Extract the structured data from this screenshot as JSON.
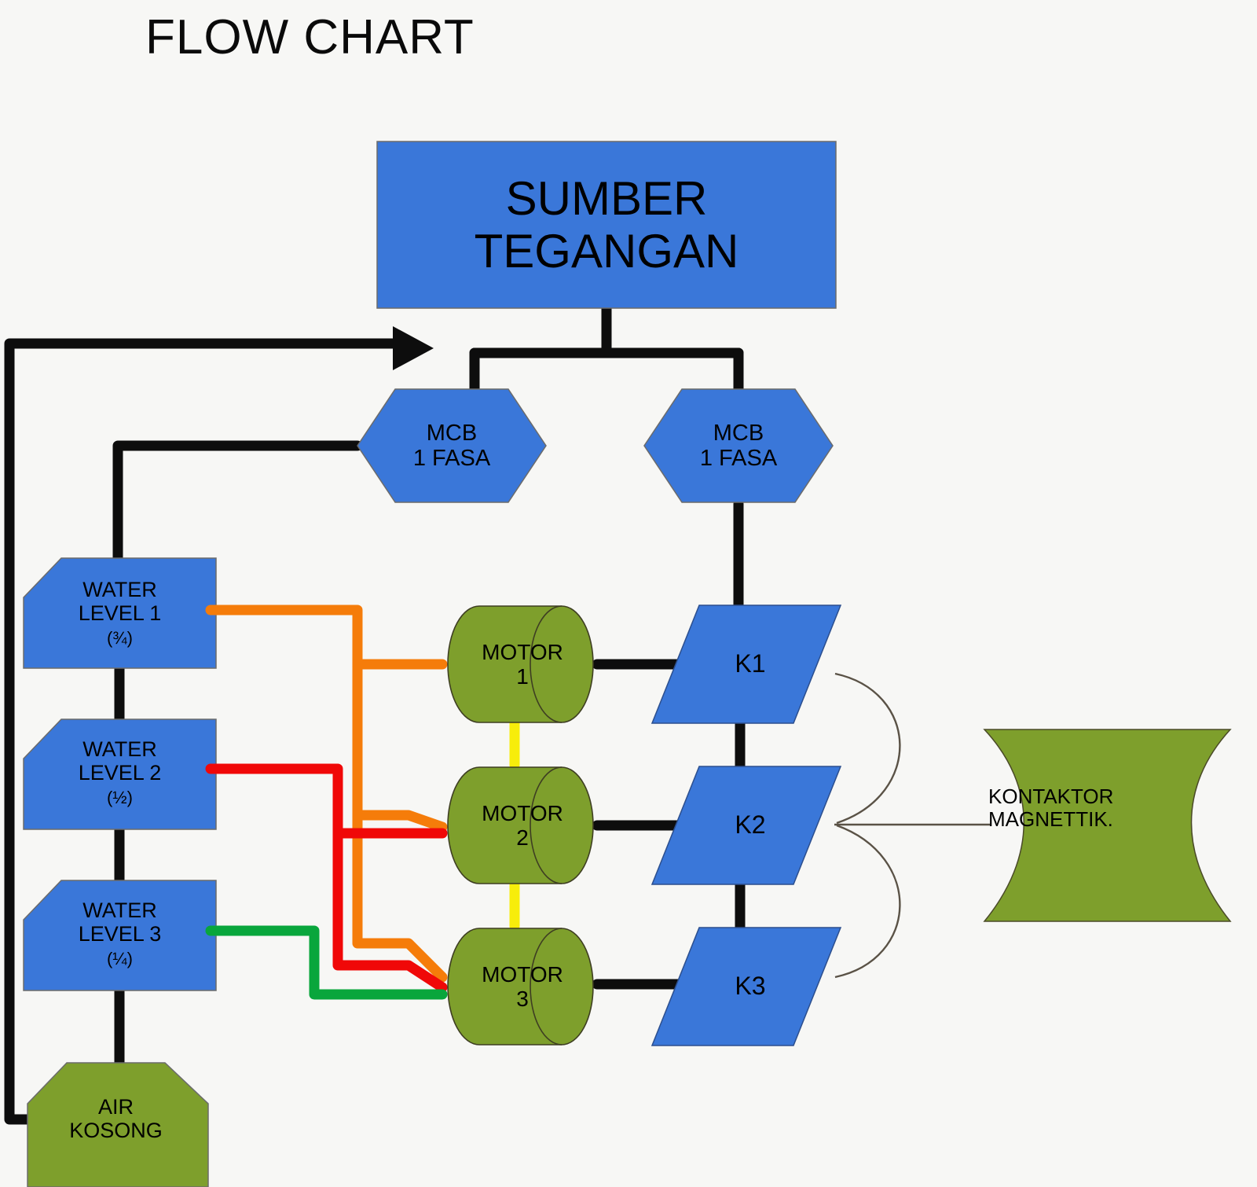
{
  "page": {
    "title": "FLOW CHART",
    "background": "#f7f7f5"
  },
  "palette": {
    "blue": "#3a77d9",
    "olive": "#7e9f2c",
    "black": "#0d0d0d",
    "orange": "#f57c0a",
    "red": "#f00808",
    "green": "#09a63c",
    "yellow": "#f7ed0b",
    "thin_line": "#5a5246"
  },
  "nodes": {
    "source": {
      "name": "sumber-tegangan",
      "shape": "rectangle",
      "color": "#3a77d9",
      "line1": "SUMBER",
      "line2": "TEGANGAN"
    },
    "mcb_left": {
      "name": "mcb-1-fasa-left",
      "shape": "hexagon",
      "color": "#3a77d9",
      "line1": "MCB",
      "line2": "1 FASA"
    },
    "mcb_right": {
      "name": "mcb-1-fasa-right",
      "shape": "hexagon",
      "color": "#3a77d9",
      "line1": "MCB",
      "line2": "1 FASA"
    },
    "water_levels": [
      {
        "name": "water-level-1",
        "shape": "cut-corner",
        "color": "#3a77d9",
        "line1": "WATER",
        "line2": "LEVEL 1",
        "fraction": "(¾)",
        "wire_color": "#f57c0a"
      },
      {
        "name": "water-level-2",
        "shape": "cut-corner",
        "color": "#3a77d9",
        "line1": "WATER",
        "line2": "LEVEL 2",
        "fraction": "(½)",
        "wire_color": "#f00808"
      },
      {
        "name": "water-level-3",
        "shape": "cut-corner",
        "color": "#3a77d9",
        "line1": "WATER",
        "line2": "LEVEL 3",
        "fraction": "(¼)",
        "wire_color": "#09a63c"
      }
    ],
    "motors": [
      {
        "name": "motor-1",
        "shape": "cylinder",
        "color": "#7e9f2c",
        "line1": "MOTOR",
        "line2": "1"
      },
      {
        "name": "motor-2",
        "shape": "cylinder",
        "color": "#7e9f2c",
        "line1": "MOTOR",
        "line2": "2"
      },
      {
        "name": "motor-3",
        "shape": "cylinder",
        "color": "#7e9f2c",
        "line1": "MOTOR",
        "line2": "3"
      }
    ],
    "contactors": [
      {
        "name": "k1",
        "shape": "parallelogram",
        "color": "#3a77d9",
        "label": "K1"
      },
      {
        "name": "k2",
        "shape": "parallelogram",
        "color": "#3a77d9",
        "label": "K2"
      },
      {
        "name": "k3",
        "shape": "parallelogram",
        "color": "#3a77d9",
        "label": "K3"
      }
    ],
    "empty_water": {
      "name": "air-kosong",
      "shape": "cut-corner-top",
      "color": "#7e9f2c",
      "line1": "AIR",
      "line2": "KOSONG"
    },
    "kontaktor": {
      "name": "kontaktor-magnettik",
      "shape": "curved-tape",
      "color": "#7e9f2c",
      "line1": "KONTAKTOR",
      "line2": "MAGNETTIK."
    }
  },
  "connectors": [
    {
      "name": "source-to-split",
      "color": "#0d0d0d",
      "from": "sumber-tegangan",
      "to": "split-bus"
    },
    {
      "name": "split-to-mcb-left",
      "color": "#0d0d0d",
      "from": "split-bus",
      "to": "mcb-1-fasa-left"
    },
    {
      "name": "split-to-mcb-right",
      "color": "#0d0d0d",
      "from": "split-bus",
      "to": "mcb-1-fasa-right"
    },
    {
      "name": "mcb-left-to-water-level-1",
      "color": "#0d0d0d",
      "from": "mcb-1-fasa-left",
      "to": "water-level-1"
    },
    {
      "name": "water-level-1-to-2",
      "color": "#0d0d0d",
      "from": "water-level-1",
      "to": "water-level-2"
    },
    {
      "name": "water-level-2-to-3",
      "color": "#0d0d0d",
      "from": "water-level-2",
      "to": "water-level-3"
    },
    {
      "name": "water-level-3-to-air-kosong",
      "color": "#0d0d0d",
      "from": "water-level-3",
      "to": "air-kosong"
    },
    {
      "name": "air-kosong-feedback-arrow",
      "color": "#0d0d0d",
      "from": "air-kosong",
      "to": "mcb-1-fasa-left",
      "arrow": true
    },
    {
      "name": "mcb-right-to-k1",
      "color": "#0d0d0d",
      "from": "mcb-1-fasa-right",
      "to": "k1"
    },
    {
      "name": "motor-1-to-k1",
      "color": "#0d0d0d",
      "from": "motor-1",
      "to": "k1"
    },
    {
      "name": "motor-2-to-k2",
      "color": "#0d0d0d",
      "from": "motor-2",
      "to": "k2"
    },
    {
      "name": "motor-3-to-k3",
      "color": "#0d0d0d",
      "from": "motor-3",
      "to": "k3"
    },
    {
      "name": "k1-to-k2",
      "color": "#0d0d0d",
      "from": "k1",
      "to": "k2"
    },
    {
      "name": "k2-to-k3",
      "color": "#0d0d0d",
      "from": "k2",
      "to": "k3"
    },
    {
      "name": "wl1-orange-to-motor-1",
      "color": "#f57c0a",
      "from": "water-level-1",
      "to": "motor-1"
    },
    {
      "name": "wl1-orange-to-motor-2",
      "color": "#f57c0a",
      "from": "water-level-1",
      "to": "motor-2"
    },
    {
      "name": "wl1-orange-to-motor-3",
      "color": "#f57c0a",
      "from": "water-level-1",
      "to": "motor-3"
    },
    {
      "name": "wl2-red-to-motor-2",
      "color": "#f00808",
      "from": "water-level-2",
      "to": "motor-2"
    },
    {
      "name": "wl2-red-to-motor-3",
      "color": "#f00808",
      "from": "water-level-2",
      "to": "motor-3"
    },
    {
      "name": "wl3-green-to-motor-3",
      "color": "#09a63c",
      "from": "water-level-3",
      "to": "motor-3"
    },
    {
      "name": "motor-1-to-motor-2-yellow",
      "color": "#f7ed0b",
      "from": "motor-1",
      "to": "motor-2"
    },
    {
      "name": "motor-2-to-motor-3-yellow",
      "color": "#f7ed0b",
      "from": "motor-2",
      "to": "motor-3"
    },
    {
      "name": "k1-arc-to-kontaktor",
      "color": "#5a5246",
      "from": "k1",
      "to": "kontaktor-magnettik"
    },
    {
      "name": "k3-arc-to-kontaktor",
      "color": "#5a5246",
      "from": "k3",
      "to": "kontaktor-magnettik"
    },
    {
      "name": "k2-line-to-kontaktor",
      "color": "#5a5246",
      "from": "k2",
      "to": "kontaktor-magnettik"
    }
  ]
}
